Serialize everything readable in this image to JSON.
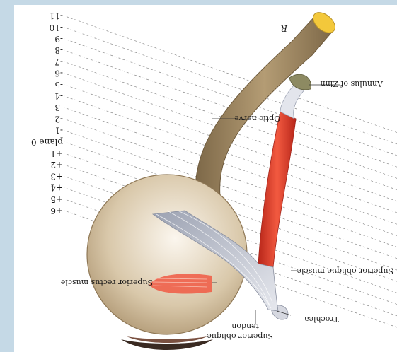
{
  "labels": {
    "annulus": "Annulus of Zinn",
    "optic_nerve": "Optic nerve",
    "superior_rectus": "Superior rectus muscle",
    "superior_oblique_muscle": "Superior oblique muscle",
    "superior_oblique_tendon_line1": "Superior oblique",
    "superior_oblique_tendon_line2": "tendon",
    "trochlea": "Trochlea",
    "side_marker": "R"
  },
  "planes": [
    {
      "label": "-11"
    },
    {
      "label": "-10"
    },
    {
      "label": "-9"
    },
    {
      "label": "-8"
    },
    {
      "label": "-7"
    },
    {
      "label": "-6"
    },
    {
      "label": "-5"
    },
    {
      "label": "-4"
    },
    {
      "label": "-3"
    },
    {
      "label": "-2"
    },
    {
      "label": "-1"
    },
    {
      "label": "plane 0"
    },
    {
      "label": "+1"
    },
    {
      "label": "+2"
    },
    {
      "label": "+3"
    },
    {
      "label": "+4"
    },
    {
      "label": "+5"
    },
    {
      "label": "+6"
    }
  ],
  "colors": {
    "background": "#c5d9e6",
    "nerve": "#a08862",
    "nerve_end": "#f2c63a",
    "eyeball": "#cbb89a",
    "muscle": "#e8402c",
    "tendon": "#b8bcc8",
    "plane_line": "#8a8a8a"
  }
}
